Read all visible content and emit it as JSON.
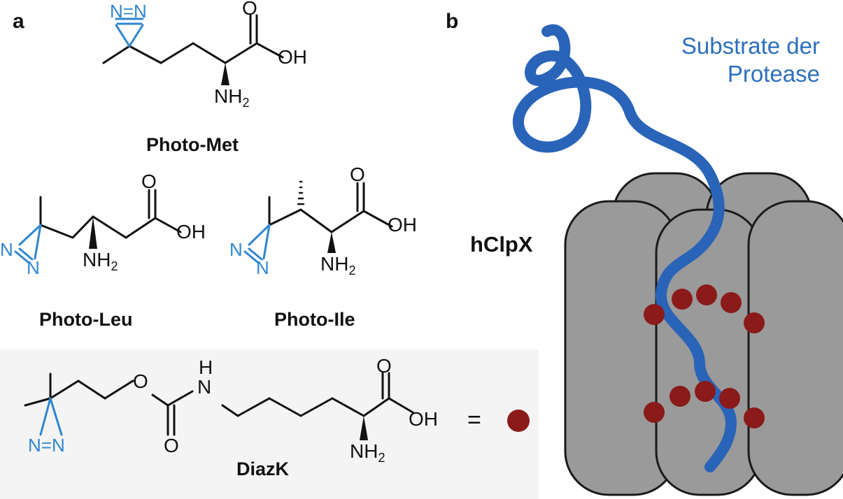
{
  "panels": {
    "a": "a",
    "b": "b"
  },
  "compounds": {
    "photo_met": {
      "name": "Photo-Met",
      "oh": "OH",
      "o": "O",
      "nh2": "NH",
      "n2": "N=N",
      "diazirine": "N=N"
    },
    "photo_leu": {
      "name": "Photo-Leu",
      "oh": "OH",
      "o": "O",
      "nh2": "NH",
      "n_top": "N",
      "n_bot": "N"
    },
    "photo_ile": {
      "name": "Photo-Ile",
      "oh": "OH",
      "o": "O",
      "nh2": "NH",
      "n_top": "N",
      "n_bot": "N"
    },
    "diazk": {
      "name": "DiazK",
      "oh": "OH",
      "o_top": "O",
      "o_ester": "O",
      "o_carbonyl": "O",
      "nh": "N",
      "h": "H",
      "nh2": "NH",
      "diazirine": "N=N"
    }
  },
  "subscript": "2",
  "legend": {
    "equals": "="
  },
  "labels": {
    "substrate_line1": "Substrate der",
    "substrate_line2": "Protease",
    "protein": "hClpX"
  },
  "colors": {
    "diazirine_blue": "#2f86d0",
    "substrate_blue": "#2a64b8",
    "subunit_gray": "#9a9a9a",
    "crosslinker_red": "#8b1a1a",
    "diazk_box": "#f4f4f4"
  }
}
